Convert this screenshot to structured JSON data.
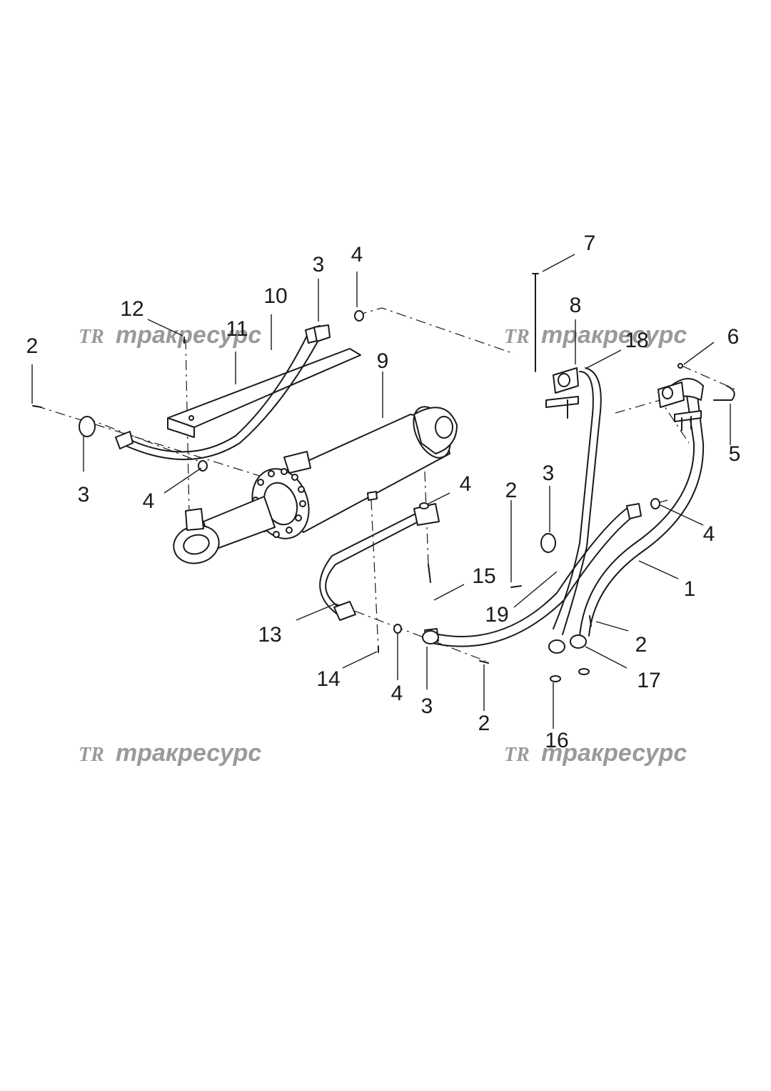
{
  "watermark": {
    "logo": "TR",
    "text": "тракресурс"
  },
  "callouts": [
    "1",
    "2",
    "2",
    "2",
    "2",
    "3",
    "3",
    "3",
    "3",
    "4",
    "4",
    "4",
    "4",
    "4",
    "5",
    "6",
    "7",
    "8",
    "9",
    "10",
    "11",
    "12",
    "13",
    "14",
    "15",
    "16",
    "17",
    "18",
    "19"
  ]
}
